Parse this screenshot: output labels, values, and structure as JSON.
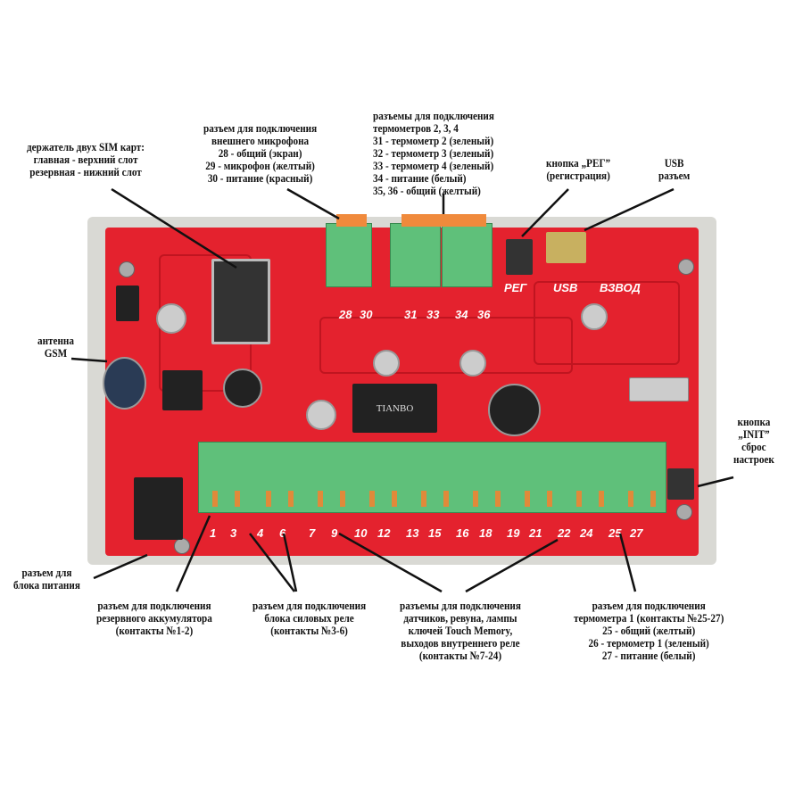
{
  "labels": {
    "sim": [
      "держатель двух SIM карт:",
      "главная - верхний слот",
      "резервная - нижний слот"
    ],
    "mic": [
      "разъем для подключения",
      "внешнего микрофона",
      "28 - общий (экран)",
      "29 - микрофон (желтый)",
      "30 - питание (красный)"
    ],
    "thermo234": [
      "разъемы для подключения",
      "термометров 2, 3, 4",
      "31 - термометр 2 (зеленый)",
      "32 - термометр 3 (зеленый)",
      "33 - термометр 4 (зеленый)",
      "34 - питание (белый)",
      "35, 36 - общий (желтый)"
    ],
    "reg": [
      "кнопка „РЕГ”",
      "(регистрация)"
    ],
    "usb": [
      "USB",
      "разъем"
    ],
    "antenna": [
      "антенна",
      "GSM"
    ],
    "init": [
      "кнопка",
      "„INIT”",
      "сброс",
      "настроек"
    ],
    "power": [
      "разъем для",
      "блока питания"
    ],
    "battery": [
      "разъем для подключения",
      "резервного аккумулятора",
      "(контакты №1-2)"
    ],
    "relay": [
      "разъем для подключения",
      "блока силовых реле",
      "(контакты №3-6)"
    ],
    "sensors": [
      "разъемы для подключения",
      "датчиков, ревуна, лампы",
      "ключей Touch Memory,",
      "выходов внутреннего реле",
      "(контакты №7-24)"
    ],
    "thermo1": [
      "разъем для подключения",
      "термометра 1 (контакты №25-27)",
      "25 - общий (желтый)",
      "26 - термометр 1 (зеленый)",
      "27 - питание (белый)"
    ]
  },
  "board": {
    "top_numbers": [
      "28",
      "30",
      "31",
      "33",
      "34",
      "36"
    ],
    "bottom_numbers": [
      "1",
      "3",
      "4",
      "6",
      "7",
      "9",
      "10",
      "12",
      "13",
      "15",
      "16",
      "18",
      "19",
      "21",
      "22",
      "24",
      "25",
      "27"
    ],
    "silk_reg": "РЕГ",
    "silk_usb": "USB",
    "silk_vzvod": "ВЗВОД",
    "relay_text": "TIANBO"
  },
  "colors": {
    "pcb": "#e4222e",
    "terminal": "#5fc07a",
    "enclosure": "#d9d9d4"
  }
}
